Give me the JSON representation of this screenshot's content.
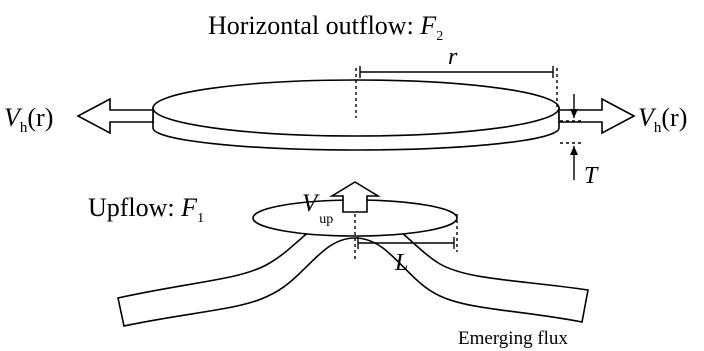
{
  "labels": {
    "title_prefix": "Horizontal outflow: ",
    "F": "F",
    "sub_2": "2",
    "sub_1": "1",
    "r_label": "r",
    "V": "V",
    "h": "h",
    "r_arg": "(r)",
    "T": "T",
    "upflow_prefix": "Upflow: ",
    "up": "up",
    "L": "L",
    "emerging_flux": "Emerging flux"
  }
}
